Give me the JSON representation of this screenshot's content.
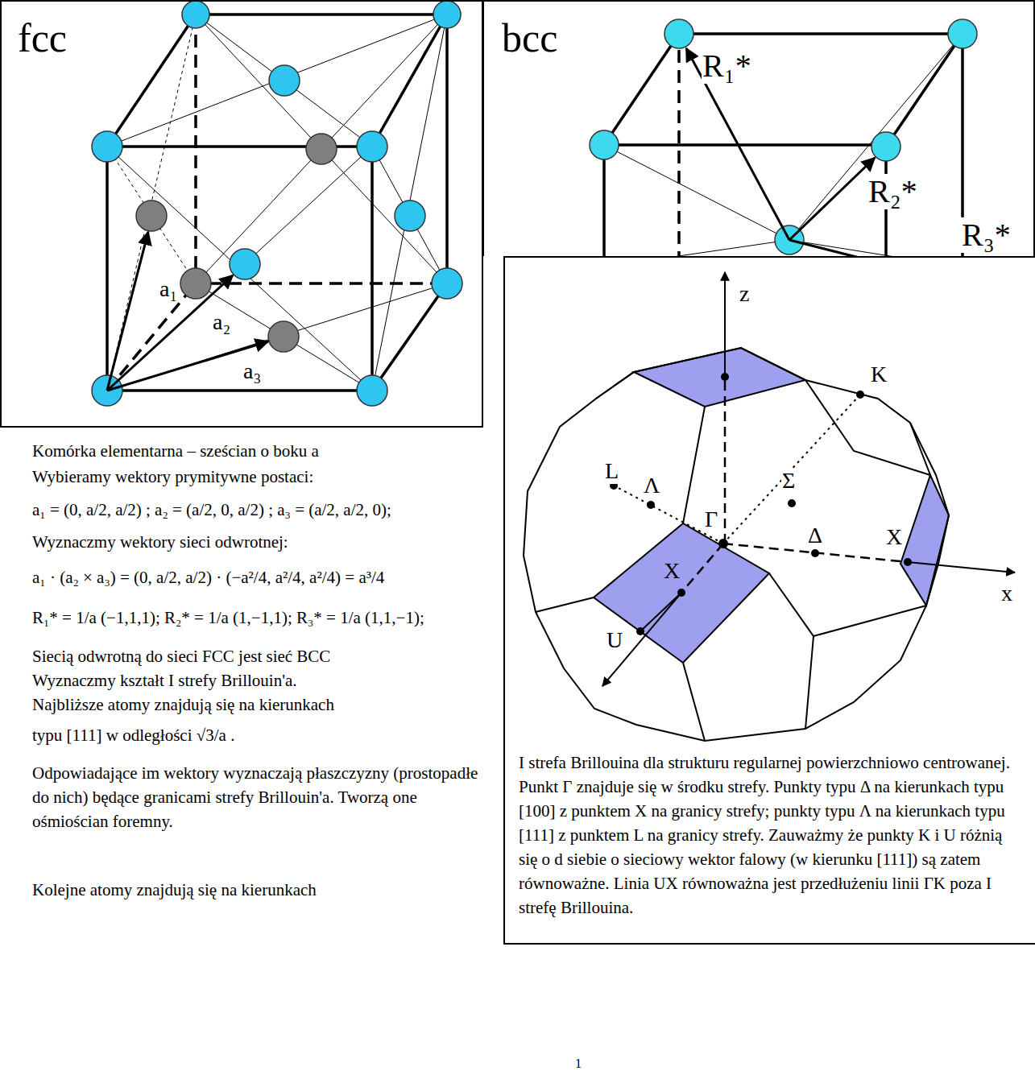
{
  "diagram": {
    "nodes": [
      {
        "text": [
          "fcc",
          "a₁",
          "a₂",
          "a₃"
        ]
      },
      {
        "text": [
          "bcc",
          "R₁*",
          "R₂*",
          "R₃*"
        ]
      },
      {
        "text": [
          "z",
          "K",
          "L",
          "Σ",
          "Λ",
          "Γ",
          "Δ",
          "X",
          "X",
          "U",
          "x",
          "I strefa Brillouina dla strukturu regularnej powierzchniowo centrowanej. Punkt Γ znajduje się w środku strefy. Punkty typu Δ na kierunkach typu [100] z punktem X na granicy strefy; punkty typu Λ na kierunkach typu [111] z punktem L na granicy strefy. Zauważmy że punkty K i U różnią się o d siebie o sieciowy wektor falowy (w kierunku [111]) są zatem równoważne. Linia UX równoważna jest przedłużeniu linii ΓK poza I strefę Brillouina."
        ]
      }
    ],
    "labels": [
      "Komórka elementarna – sześcian o boku a",
      "Wybieramy wektory prymitywne postaci:",
      "a₁ = (0, a/2, a/2) ; a₂ = (a/2, 0, a/2) ; a₃ = (a/2, a/2, 0);",
      "Wyznaczmy wektory sieci odwrotnej:",
      "a₁ · (a₂ × a₃) = (0, a/2, a/2) · (−a²/4, a²/4, a²/4) = a³/4",
      "R₁* = 1/a (−1,1,1); R₂* = 1/a (1,−1,1); R₃* = 1/a (1,1,−1);",
      "Siecią odwrotną do sieci FCC jest sieć BCC",
      "Wyznaczmy kształt I strefy Brillouin'a.",
      "Najbliższe atomy znajdują się na kierunkach",
      "typu [111] w odległości √3/a .",
      "Odpowiadające im wektory wyznaczają płaszczyzny (prostopadłe do nich) będące granicami strefy Brillouin'a. Tworzą one ośmiościan foremny.",
      "Kolejne atomy znajdują się na kierunkach",
      "1"
    ]
  }
}
